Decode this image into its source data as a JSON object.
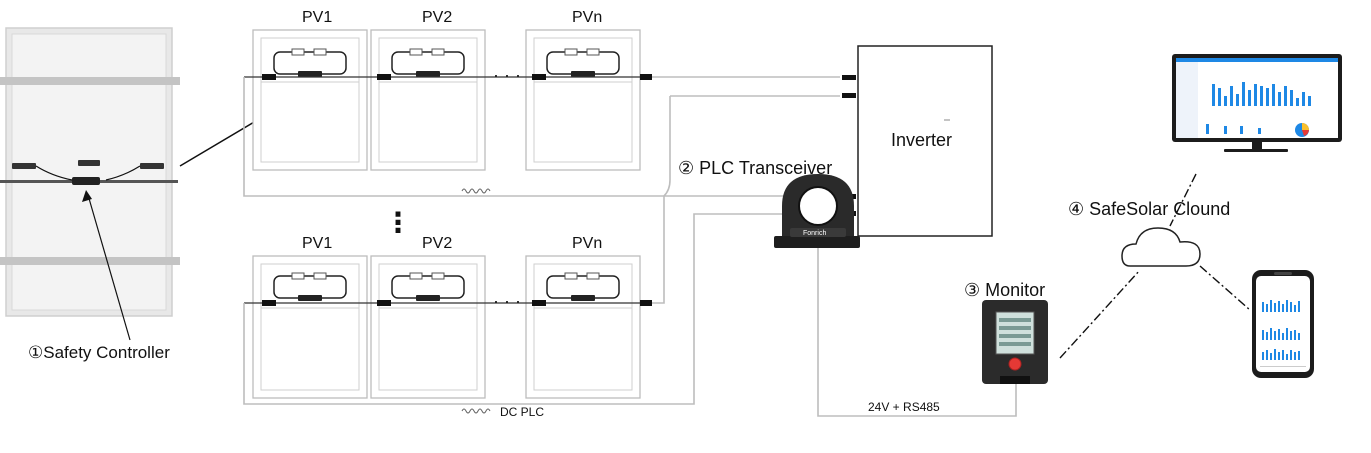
{
  "labels": {
    "pv1_top": "PV1",
    "pv2_top": "PV2",
    "pvn_top": "PVn",
    "pv1_bottom": "PV1",
    "pv2_bottom": "PV2",
    "pvn_bottom": "PVn",
    "safety_controller": "①Safety Controller",
    "plc_transceiver": "② PLC Transceiver",
    "inverter": "Inverter",
    "monitor": "③ Monitor",
    "cloud": "④ SafeSolar Clound",
    "dc_plc": "DC PLC",
    "power_bus": "24V + RS485",
    "transceiver_brand": "Fonrich",
    "ellipsis_row": "· · ·",
    "ellipsis_col": "⋮"
  },
  "icons": {
    "cloud": "cloud-icon",
    "monitor_screen": "desktop-monitor-icon",
    "phone": "smartphone-icon",
    "ct_clamp": "ct-clamp-icon",
    "signal": "sine-wave-icon"
  }
}
